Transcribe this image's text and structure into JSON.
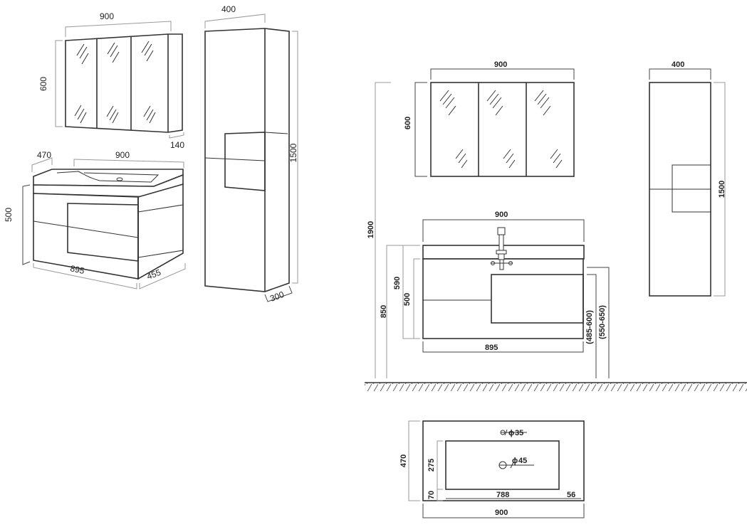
{
  "iso": {
    "mirror_width": "900",
    "mirror_height": "600",
    "mirror_depth": "140",
    "tall_width": "400",
    "tall_height": "1500",
    "tall_depth": "300",
    "vanity_depth_top": "470",
    "vanity_width_top": "900",
    "vanity_height": "500",
    "vanity_width_bottom": "895",
    "vanity_depth_bottom": "455"
  },
  "front": {
    "mirror_width": "900",
    "mirror_height": "600",
    "tall_width": "400",
    "tall_height": "1500",
    "total_height": "1900",
    "vanity_width": "900",
    "cabinet_width": "895",
    "vanity_height_total": "850",
    "vanity_body_590": "590",
    "vanity_body_500": "500",
    "range_a": "(485-600)",
    "range_b": "(550-650)"
  },
  "plan": {
    "depth": "470",
    "width": "900",
    "tap_hole": "35",
    "drain_hole": "45",
    "bowl_depth": "275",
    "front_margin": "70",
    "bowl_width": "788",
    "side_margin": "56",
    "diameter_symbol": "ϕ"
  }
}
